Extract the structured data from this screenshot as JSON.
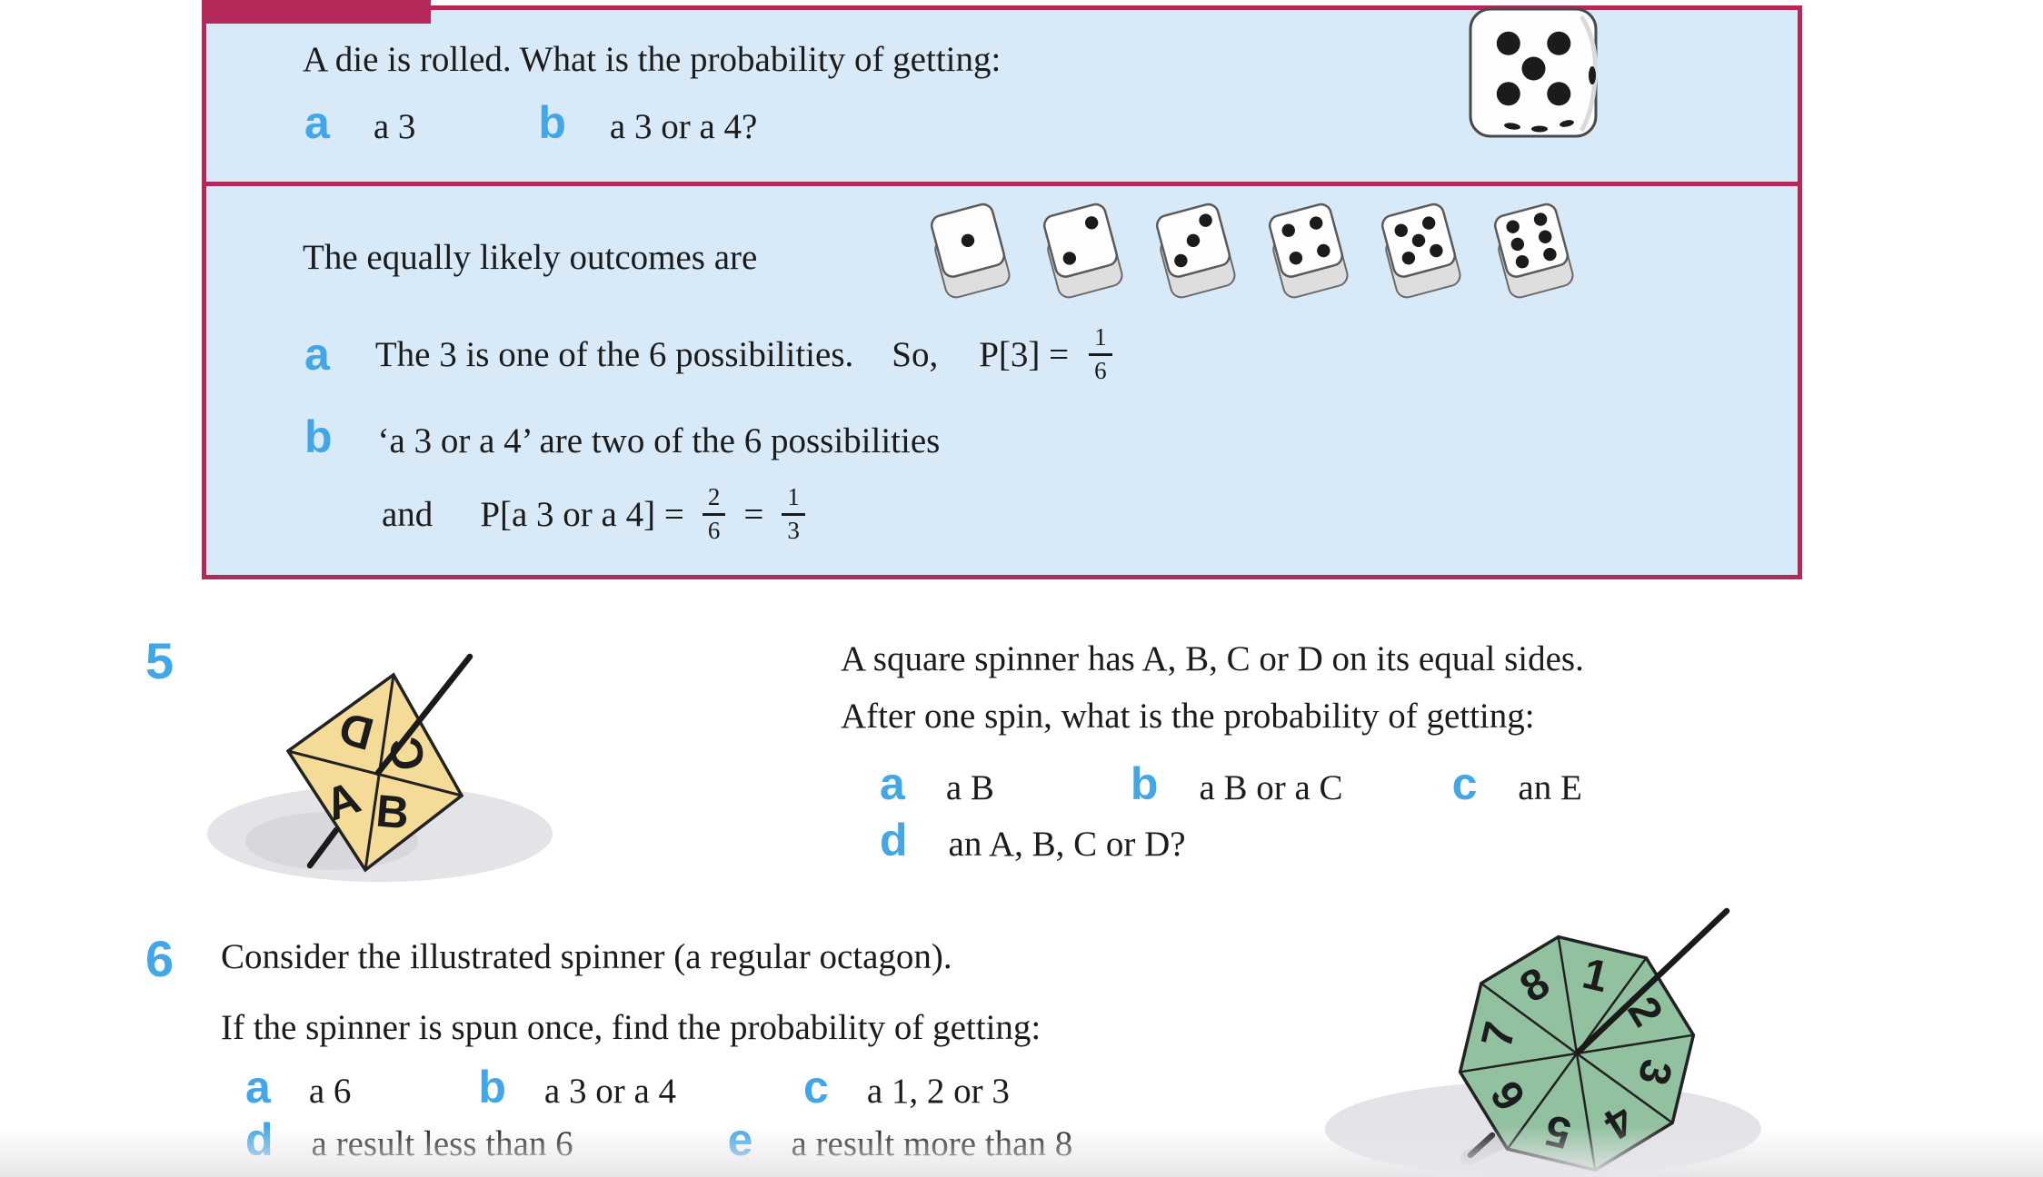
{
  "palette": {
    "box_bg": "#D8E9F7",
    "box_border": "#B4285A",
    "marker_blue": "#43A6E9",
    "text": "#1B1B1B",
    "spinner_yellow": "#F4DB97",
    "spinner_green": "#92C1A0",
    "shadow_gray": "#E3E3E8"
  },
  "example": {
    "question": {
      "prompt": "A die is rolled. What is the probability of getting:",
      "items": [
        {
          "marker": "a",
          "text": "a 3"
        },
        {
          "marker": "b",
          "text": "a 3 or a 4?"
        }
      ],
      "die_face": 5
    },
    "solution": {
      "intro": "The equally likely outcomes are",
      "dice_faces": [
        1,
        2,
        3,
        4,
        5,
        6
      ],
      "part_a": {
        "marker": "a",
        "text": "The 3 is one of the 6 possibilities.",
        "so": "So,",
        "expr": "P[3] =",
        "frac": {
          "num": "1",
          "den": "6"
        }
      },
      "part_b": {
        "marker": "b",
        "line1": "‘a 3 or a 4’ are two of the 6 possibilities",
        "and": "and",
        "expr": "P[a 3 or a 4] =",
        "frac1": {
          "num": "2",
          "den": "6"
        },
        "eq": "=",
        "frac2": {
          "num": "1",
          "den": "3"
        }
      }
    }
  },
  "q5": {
    "number": "5",
    "line1": "A square spinner has A, B, C or D on its equal sides.",
    "line2": "After one spin, what is the probability of getting:",
    "row1": [
      {
        "marker": "a",
        "text": "a B"
      },
      {
        "marker": "b",
        "text": "a B or a C"
      },
      {
        "marker": "c",
        "text": "an E"
      }
    ],
    "row2": [
      {
        "marker": "d",
        "text": "an A, B, C or D?"
      }
    ],
    "spinner_labels": [
      "A",
      "B",
      "C",
      "D"
    ]
  },
  "q6": {
    "number": "6",
    "line1": "Consider the illustrated spinner (a regular octagon).",
    "line2": "If the spinner is spun once, find the probability of getting:",
    "row1": [
      {
        "marker": "a",
        "text": "a 6"
      },
      {
        "marker": "b",
        "text": "a 3 or a 4"
      },
      {
        "marker": "c",
        "text": "a 1, 2 or 3"
      }
    ],
    "row2": [
      {
        "marker": "d",
        "text": "a result less than 6"
      },
      {
        "marker": "e",
        "text": "a result more than 8"
      }
    ],
    "spinner_labels": [
      "1",
      "2",
      "3",
      "4",
      "5",
      "6",
      "7",
      "8"
    ]
  }
}
